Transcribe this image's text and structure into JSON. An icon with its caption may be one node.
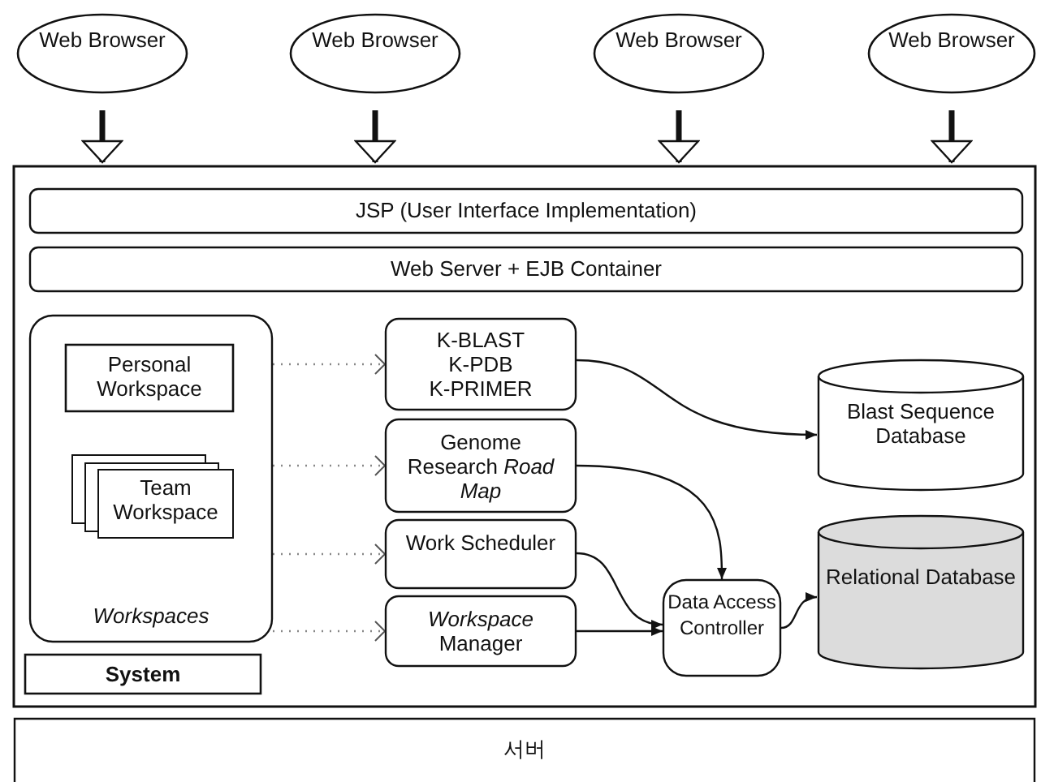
{
  "diagram": {
    "nodes": [
      {
        "text": [
          "Web Browser"
        ]
      },
      {
        "text": [
          "Web Browser"
        ]
      },
      {
        "text": [
          "Web Browser"
        ]
      },
      {
        "text": [
          "Web Browser"
        ]
      },
      {
        "text": [],
        "shape": "box"
      },
      {
        "text": [
          "JSP (User Interface Implementation)"
        ],
        "in": 4
      },
      {
        "text": [
          "Web Server + EJB Container"
        ],
        "in": 4
      },
      {
        "text": [
          "Workspaces"
        ],
        "in": 4
      },
      {
        "text": [
          "Personal Workspace"
        ],
        "in": 7
      },
      {
        "text": [
          "Team Workspace"
        ],
        "in": 7
      },
      {
        "text": [
          "K-BLAST",
          "K-PDB",
          "K-PRIMER"
        ],
        "in": 4
      },
      {
        "text": [
          "Genome Research *Road Map*"
        ],
        "in": 4
      },
      {
        "text": [
          "Work Scheduler"
        ],
        "in": 4
      },
      {
        "text": [
          "*Workspace* Manager"
        ],
        "in": 4
      },
      {
        "text": [
          "Data Access Controller"
        ],
        "in": 4
      },
      {
        "text": [
          "Blast Sequence Database"
        ],
        "in": 4
      },
      {
        "text": [
          "Relational Database"
        ],
        "in": 4
      },
      {
        "text": [
          "System"
        ],
        "in": 4
      },
      {
        "text": [
          "서버"
        ]
      }
    ],
    "edges": [
      {
        "from": 0,
        "to": 4,
        "arrow": "to",
        "style": "thick"
      },
      {
        "from": 1,
        "to": 4,
        "arrow": "to",
        "style": "thick"
      },
      {
        "from": 2,
        "to": 4,
        "arrow": "to",
        "style": "thick"
      },
      {
        "from": 3,
        "to": 4,
        "arrow": "to",
        "style": "thick"
      },
      {
        "from": 7,
        "to": 10,
        "arrow": "to",
        "style": "dashed",
        "color": "#888888"
      },
      {
        "from": 7,
        "to": 11,
        "arrow": "to",
        "style": "dashed",
        "color": "#888888"
      },
      {
        "from": 7,
        "to": 12,
        "arrow": "to",
        "style": "dashed",
        "color": "#888888"
      },
      {
        "from": 7,
        "to": 13,
        "arrow": "to",
        "style": "dashed",
        "color": "#888888"
      },
      {
        "from": 10,
        "to": 15,
        "arrow": "to"
      },
      {
        "from": 11,
        "to": 14,
        "arrow": "to"
      },
      {
        "from": 12,
        "to": 14,
        "arrow": "to"
      },
      {
        "from": 13,
        "to": 14,
        "arrow": "to"
      },
      {
        "from": 14,
        "to": 16,
        "arrow": "to"
      }
    ]
  }
}
